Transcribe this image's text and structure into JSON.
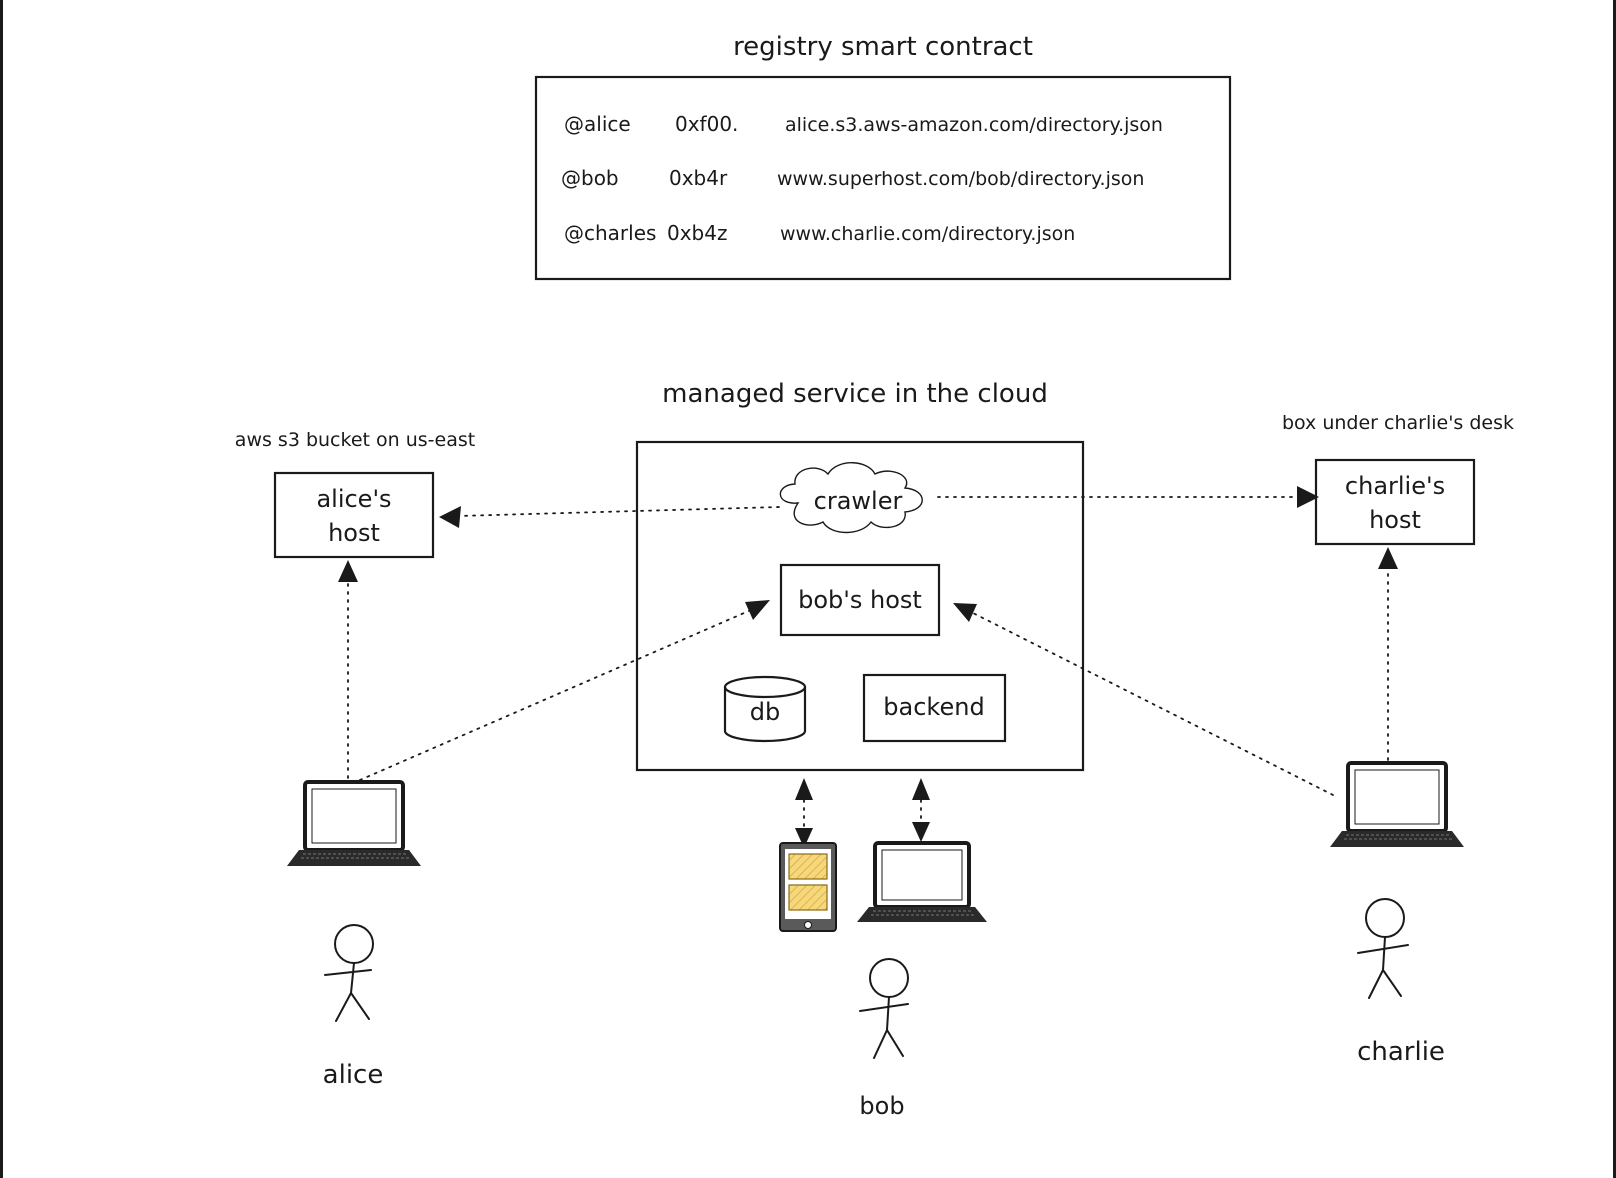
{
  "registry": {
    "title": "registry smart contract",
    "rows": [
      {
        "handle": "@alice",
        "address": "0xf00.",
        "url": "alice.s3.aws-amazon.com/directory.json"
      },
      {
        "handle": "@bob",
        "address": "0xb4r",
        "url": "www.superhost.com/bob/directory.json"
      },
      {
        "handle": "@charles",
        "address": "0xb4z",
        "url": "www.charlie.com/directory.json"
      }
    ]
  },
  "cloud": {
    "title": "managed service in the cloud",
    "crawler": "crawler",
    "bobs_host": "bob's host",
    "db": "db",
    "backend": "backend"
  },
  "alice_host": {
    "caption": "aws s3 bucket on us-east",
    "label_line1": "alice's",
    "label_line2": "host"
  },
  "charlie_host": {
    "caption": "box under charlie's desk",
    "label_line1": "charlie's",
    "label_line2": "host"
  },
  "people": {
    "alice": "alice",
    "bob": "bob",
    "charlie": "charlie"
  }
}
